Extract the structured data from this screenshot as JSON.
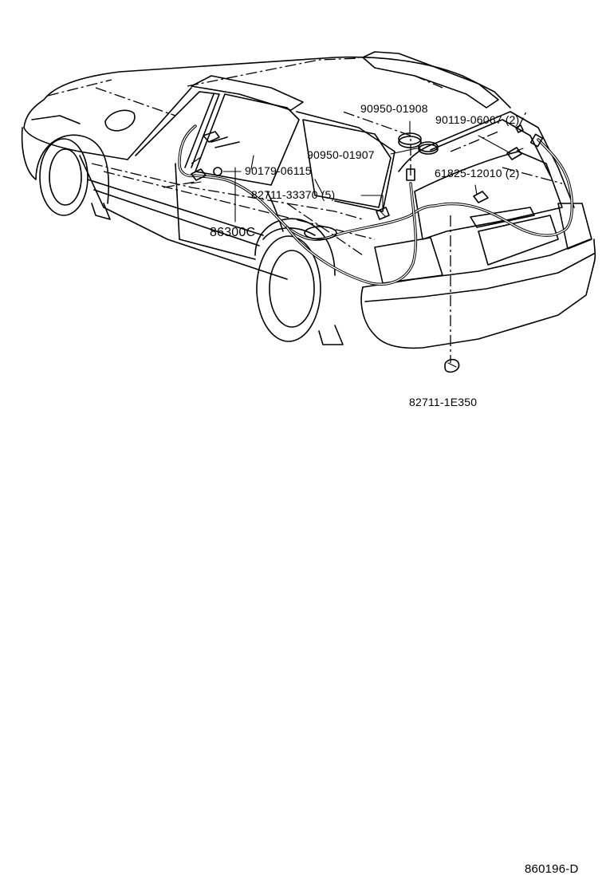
{
  "diagram": {
    "parts": [
      {
        "id": "p1",
        "number": "90950-01908"
      },
      {
        "id": "p2",
        "number": "90119-06067",
        "qty": "(2)"
      },
      {
        "id": "p3",
        "number": "90950-01907"
      },
      {
        "id": "p4",
        "number": "90179-06115"
      },
      {
        "id": "p5",
        "number": "61825-12010",
        "qty": "(2)"
      },
      {
        "id": "p6",
        "number": "82711-33370",
        "qty": "(5)"
      },
      {
        "id": "p7",
        "number": "86300C"
      },
      {
        "id": "p8",
        "number": "82711-1E350"
      }
    ],
    "code": "860196-D"
  }
}
